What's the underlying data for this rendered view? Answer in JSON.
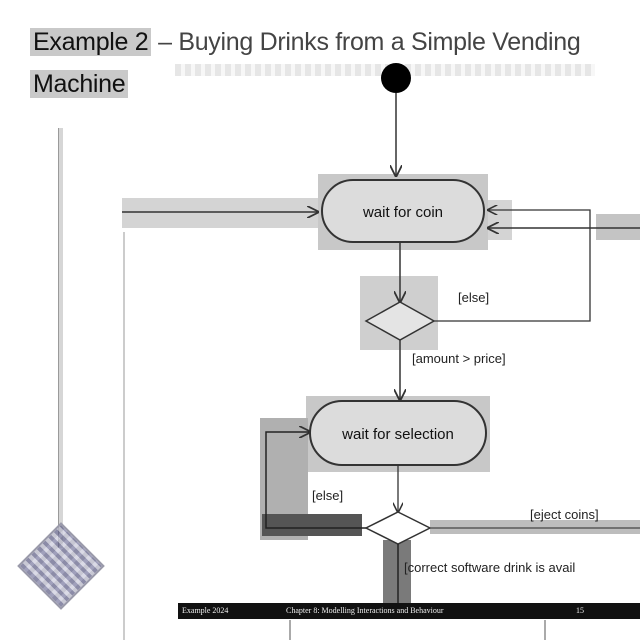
{
  "title": {
    "line1_highlight": "Example 2",
    "line1_rest": " – Buying Drinks from a Simple Vending",
    "line2": "Machine"
  },
  "diagram": {
    "states": {
      "wait_for_coin": "wait for coin",
      "wait_for_selection": "wait for selection"
    },
    "guards": {
      "else_1": "[else]",
      "amount_gt_price": "[amount > price]",
      "else_2": "[else]",
      "eject_coins": "[eject coins]",
      "correct_drink": "[correct software drink is avail"
    }
  },
  "footer": {
    "left": "Example 2024",
    "middle": "Chapter 8: Modelling Interactions and Behaviour",
    "page": "15"
  }
}
